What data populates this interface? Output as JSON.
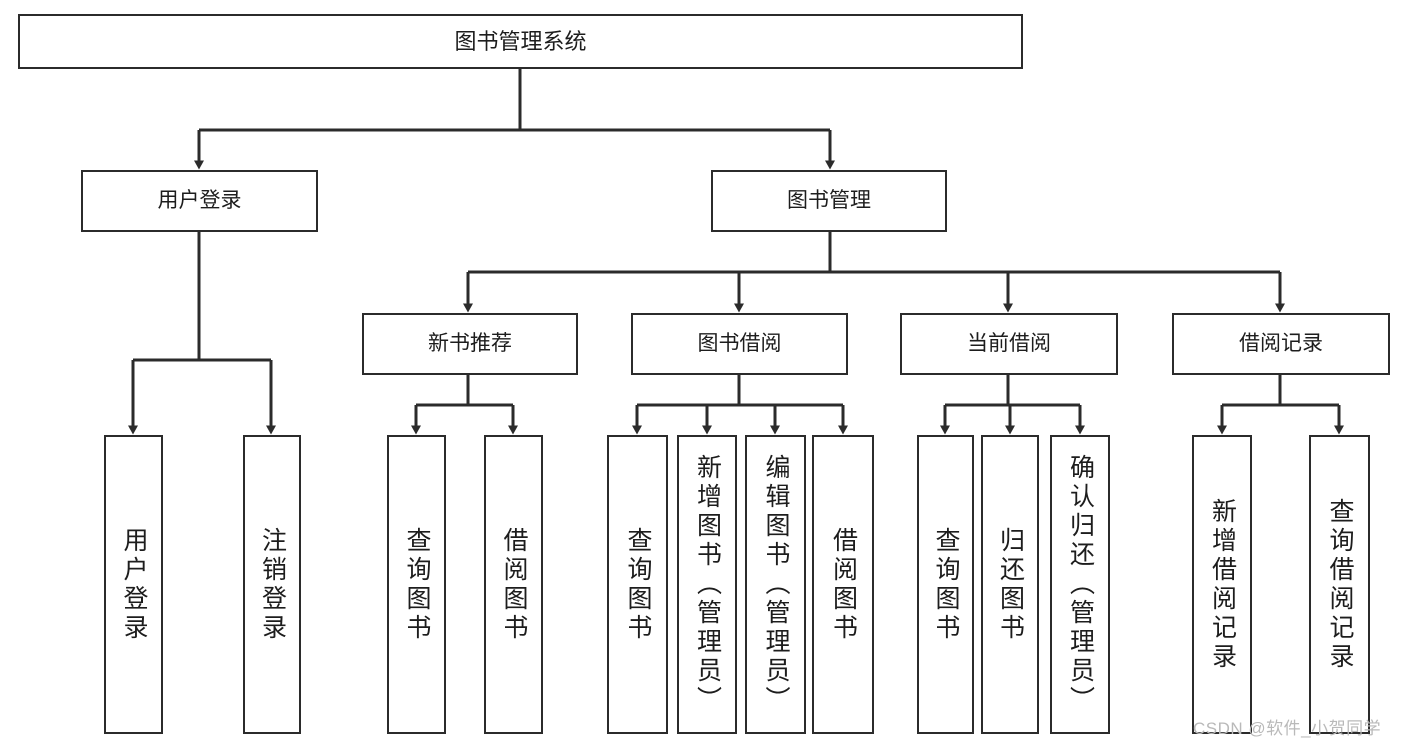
{
  "diagram": {
    "title": "图书管理系统",
    "type": "功能结构图",
    "style": {
      "box_border_color": "#2b2b2b",
      "box_fill_color": "#ffffff",
      "connector_color": "#2b2b2b",
      "text_color": "#1d1d1d",
      "background": "#ffffff"
    },
    "root": {
      "label": "图书管理系统"
    },
    "level2": [
      {
        "label": "用户登录"
      },
      {
        "label": "图书管理"
      }
    ],
    "level3": [
      {
        "label": "新书推荐"
      },
      {
        "label": "图书借阅"
      },
      {
        "label": "当前借阅"
      },
      {
        "label": "借阅记录"
      }
    ],
    "leaves": {
      "user_login": [
        {
          "label": "用户登录"
        },
        {
          "label": "注销登录"
        }
      ],
      "new_book_rec": [
        {
          "label": "查询图书"
        },
        {
          "label": "借阅图书"
        }
      ],
      "book_borrow": [
        {
          "label": "查询图书"
        },
        {
          "label": "新增图书（管理员）"
        },
        {
          "label": "编辑图书（管理员）"
        },
        {
          "label": "借阅图书"
        }
      ],
      "current_borrow": [
        {
          "label": "查询图书"
        },
        {
          "label": "归还图书"
        },
        {
          "label": "确认归还（管理员）"
        }
      ],
      "borrow_record": [
        {
          "label": "新增借阅记录"
        },
        {
          "label": "查询借阅记录"
        }
      ]
    }
  },
  "watermark": {
    "text": "CSDN @软件_小贺同学"
  }
}
